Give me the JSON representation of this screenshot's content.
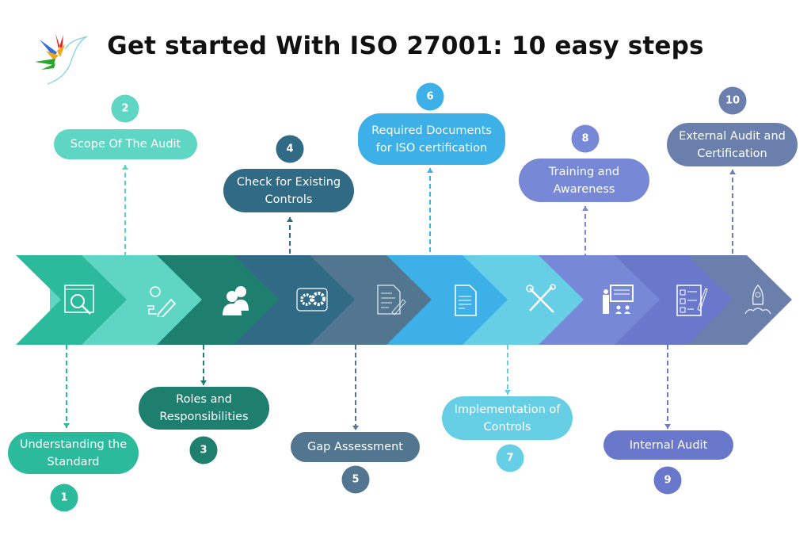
{
  "title": "Get started With ISO 27001: 10 easy steps",
  "steps": [
    {
      "number": "1",
      "label": "Understanding the Standard",
      "color": "#2bbb9c",
      "icon": "magnifier-window-icon"
    },
    {
      "number": "2",
      "label": "Scope Of The Audit",
      "color": "#5fd6c3",
      "icon": "lightbulb-pencil-icon"
    },
    {
      "number": "3",
      "label": "Roles and Responsibilities",
      "color": "#1f7f6f",
      "icon": "people-icon"
    },
    {
      "number": "4",
      "label": "Check for Existing Controls",
      "color": "#306a85",
      "icon": "gears-cycle-icon"
    },
    {
      "number": "5",
      "label": "Gap Assessment",
      "color": "#52768f",
      "icon": "document-pen-icon"
    },
    {
      "number": "6",
      "label": "Required Documents for ISO certification",
      "color": "#3db0e8",
      "icon": "documents-icon"
    },
    {
      "number": "7",
      "label": "Implementation of Controls",
      "color": "#66cfe6",
      "icon": "tools-icon"
    },
    {
      "number": "8",
      "label": "Training and Awareness",
      "color": "#7788d6",
      "icon": "presentation-icon"
    },
    {
      "number": "9",
      "label": "Internal Audit",
      "color": "#6a78cc",
      "icon": "checklist-icon"
    },
    {
      "number": "10",
      "label": "External Audit and Certification",
      "color": "#6a7fab",
      "icon": "rocket-icon"
    }
  ]
}
